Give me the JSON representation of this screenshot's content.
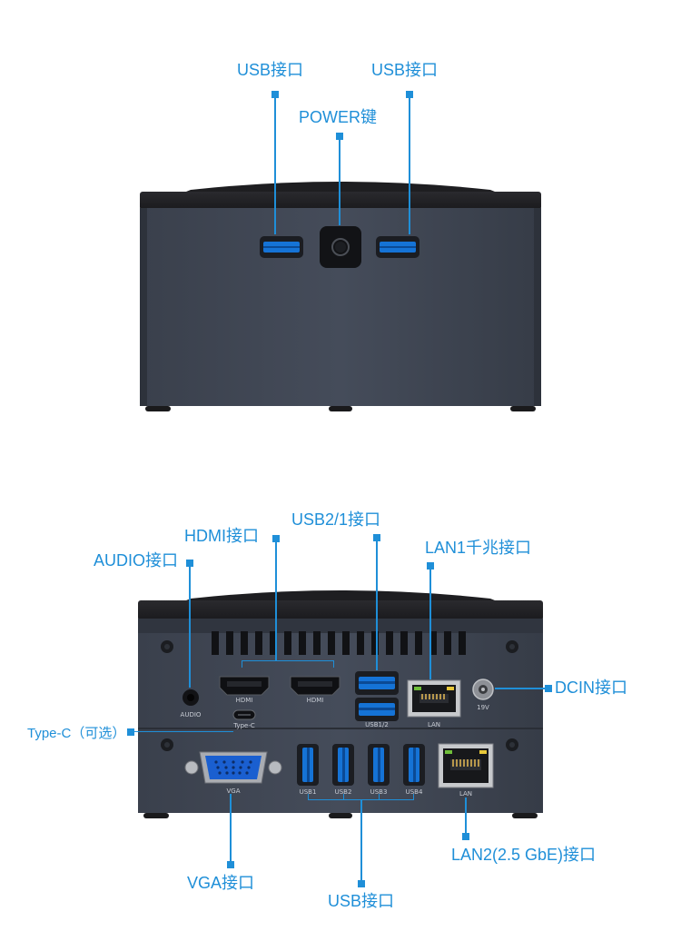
{
  "front": {
    "usb_left_label": "USB接口",
    "usb_right_label": "USB接口",
    "power_label": "POWER键"
  },
  "rear": {
    "hdmi_label": "HDMI接口",
    "usb21_label": "USB2/1接口",
    "lan1_label": "LAN1千兆接口",
    "audio_label": "AUDIO接口",
    "dcin_label": "DCIN接口",
    "typec_label": "Type-C（可选）",
    "vga_label": "VGA接口",
    "usb_label": "USB接口",
    "lan2_label": "LAN2(2.5 GbE)接口",
    "port_text": {
      "audio": "AUDIO",
      "hdmi1": "HDMI",
      "hdmi2": "HDMI",
      "usb12": "USB1/2",
      "lan": "LAN",
      "dc": "19V",
      "typec": "Type-C",
      "vga": "VGA",
      "usb1": "USB1",
      "usb2": "USB2",
      "usb3": "USB3",
      "usb4": "USB4",
      "lan2": "LAN"
    }
  }
}
